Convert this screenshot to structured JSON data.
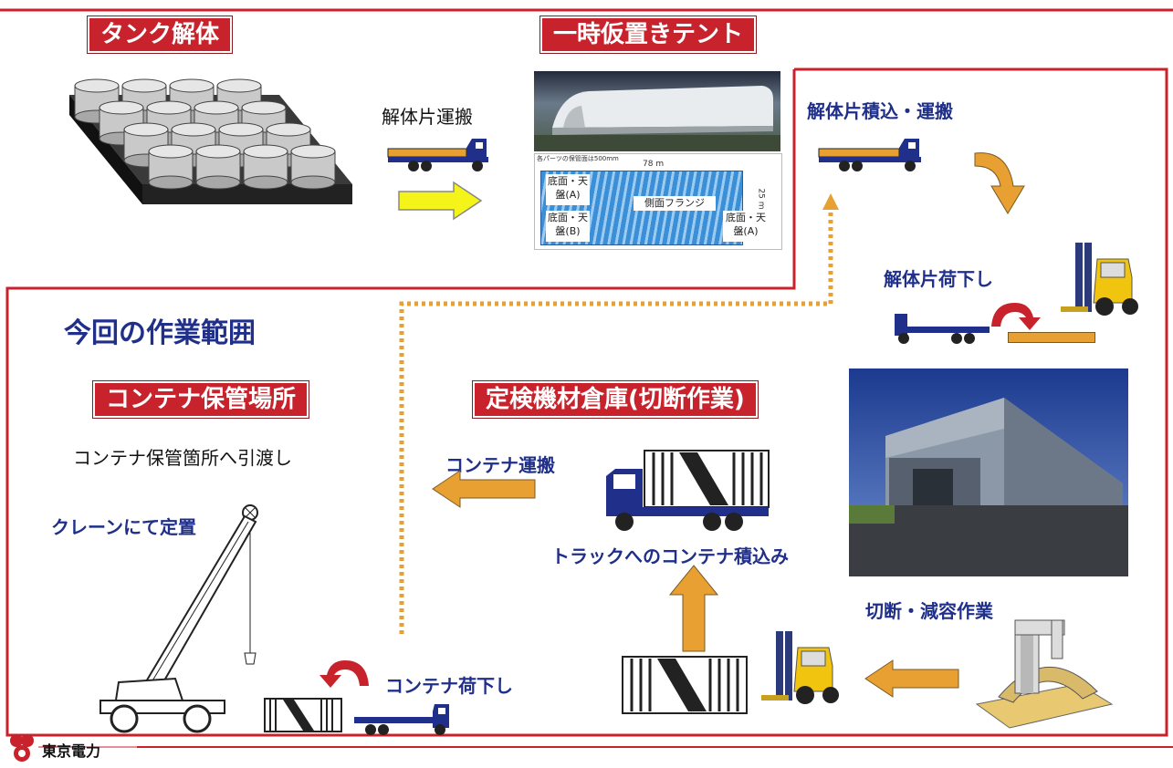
{
  "titles": {
    "tank": "タンク解体",
    "tent": "一時仮置きテント",
    "container_storage": "コンテナ保管場所",
    "warehouse": "定検機材倉庫(切断作業)"
  },
  "scope_label": "今回の作業範囲",
  "labels": {
    "transport": "解体片運搬",
    "load_transport": "解体片積込・運搬",
    "unload": "解体片荷下し",
    "container_transport": "コンテナ運搬",
    "load_to_truck": "トラックへのコンテナ積込み",
    "cut_reduce": "切断・減容作業",
    "handover": "コンテナ保管箇所へ引渡し",
    "crane": "クレーンにて定置",
    "container_unload": "コンテナ荷下し"
  },
  "tent_plan": {
    "top_note": "各パーツの保管面は500mm",
    "length": "78 m",
    "width": "25 m",
    "cell_a": "底面・天盤(A)",
    "cell_b": "底面・天盤(B)",
    "cell_flange": "側面フランジ",
    "cell_a_right": "底面・天盤(A)"
  },
  "footer": {
    "company": "東京電力"
  },
  "colors": {
    "red": "#c8232c",
    "navy": "#1f2f8a",
    "orange": "#e8a033",
    "yellow": "#f4f41a"
  }
}
